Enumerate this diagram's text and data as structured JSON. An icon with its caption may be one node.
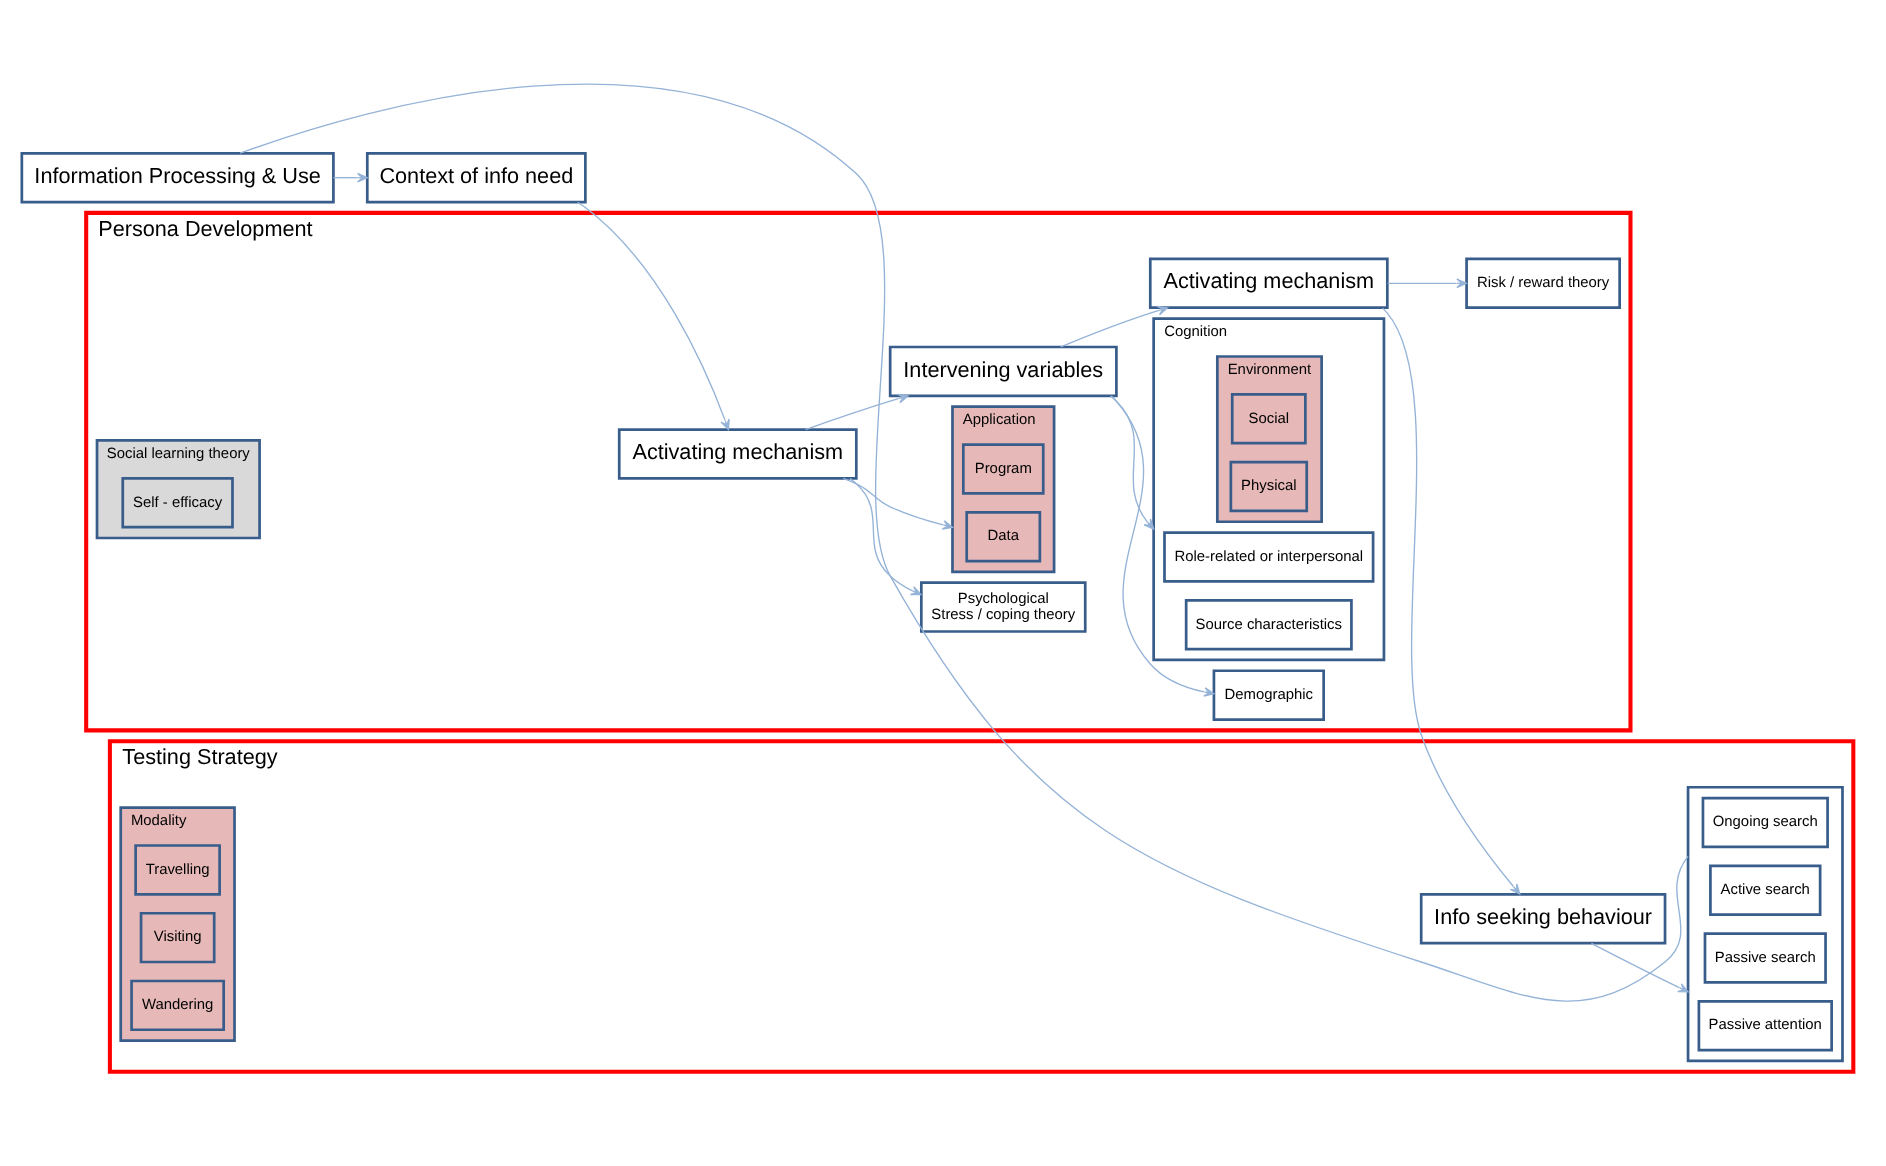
{
  "diagram": {
    "nodes": [
      {
        "text": [
          "Persona Development"
        ]
      },
      {
        "text": [
          "Testing Strategy"
        ]
      },
      {
        "text": [
          "Context of info need"
        ]
      },
      {
        "text": [
          "Psychological",
          "Stress / coping theory"
        ],
        "in": 0
      },
      {
        "text": [
          "Activating mechanism"
        ],
        "in": 0
      },
      {
        "text": [
          "Application"
        ],
        "in": 0
      },
      {
        "text": [
          "Data"
        ],
        "in": 5
      },
      {
        "text": [
          "Program"
        ],
        "in": 5
      },
      {
        "text": [
          "Demographic"
        ],
        "in": 0
      },
      {
        "text": [
          "Intervening variables"
        ],
        "in": 0
      },
      {
        "text": [
          "Cognition"
        ],
        "in": 0
      },
      {
        "text": [
          "Role-related or interpersonal"
        ],
        "in": 10
      },
      {
        "text": [
          "Environment"
        ],
        "in": 10
      },
      {
        "text": [
          "Physical"
        ],
        "in": 12
      },
      {
        "text": [
          "Social"
        ],
        "in": 12
      },
      {
        "text": [
          "Source characteristics"
        ],
        "in": 10
      },
      {
        "text": [
          "Activating mechanism"
        ],
        "in": 0
      },
      {
        "text": [
          "Risk / reward theory"
        ],
        "in": 0
      },
      {
        "text": [
          "Social learning theory"
        ],
        "in": 0
      },
      {
        "text": [
          "Self - efficacy"
        ],
        "in": 18
      },
      {
        "text": [
          "Info seeking behaviour"
        ],
        "in": 1
      },
      {
        "text": [],
        "shape": "box",
        "in": 1
      },
      {
        "text": [
          "Passive attention"
        ],
        "in": 21
      },
      {
        "text": [
          "Passive search"
        ],
        "in": 21
      },
      {
        "text": [
          "Active search"
        ],
        "in": 21
      },
      {
        "text": [
          "Ongoing search"
        ],
        "in": 21
      },
      {
        "text": [
          "Modality"
        ],
        "in": 1
      },
      {
        "text": [
          "Wandering"
        ],
        "in": 26
      },
      {
        "text": [
          "Visiting"
        ],
        "in": 26
      },
      {
        "text": [
          "Travelling"
        ],
        "in": 26
      },
      {
        "text": [
          "Information Processing & Use"
        ]
      }
    ],
    "edges": [
      {
        "from": 2,
        "to": 4,
        "arrow": "to"
      },
      {
        "from": 4,
        "to": 3,
        "arrow": "to"
      },
      {
        "from": 4,
        "to": 5,
        "arrow": "to"
      },
      {
        "from": 4,
        "to": 9,
        "arrow": "to"
      },
      {
        "from": 9,
        "to": 8,
        "arrow": "to"
      },
      {
        "from": 9,
        "to": 10,
        "arrow": "to"
      },
      {
        "from": 9,
        "to": 16,
        "arrow": "to"
      },
      {
        "from": 16,
        "to": 17,
        "arrow": "to"
      },
      {
        "from": 16,
        "to": 20,
        "arrow": "to"
      },
      {
        "from": 20,
        "to": 21,
        "arrow": "to"
      },
      {
        "from": 30,
        "to": 2,
        "arrow": "to"
      },
      {
        "from": 21,
        "to": 30,
        "arrow": "none"
      }
    ]
  }
}
